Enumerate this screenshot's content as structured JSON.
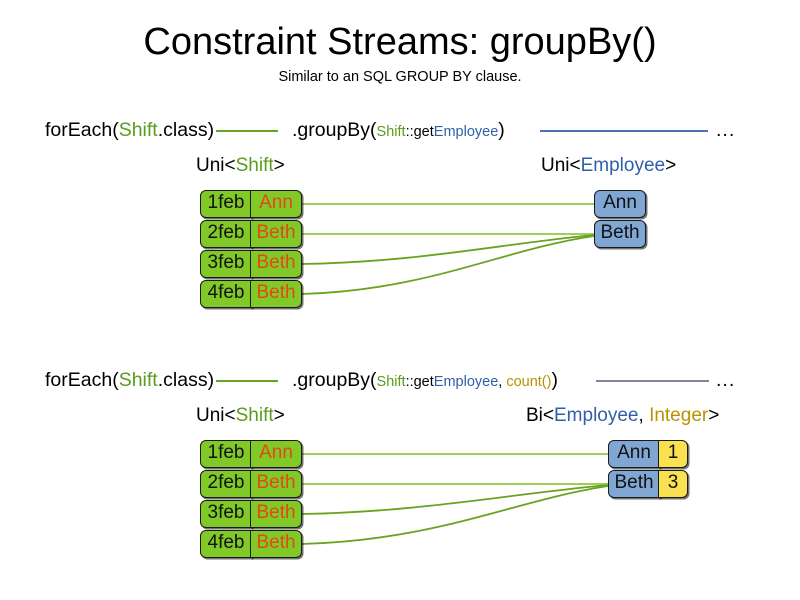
{
  "header": {
    "title": "Constraint Streams: groupBy()",
    "subtitle": "Similar to an SQL GROUP BY clause."
  },
  "colors": {
    "shift_green": "#80c926",
    "shift_name_orange": "#e04a16",
    "employee_blue": "#80a6d4",
    "count_yellow": "#fae14f",
    "token_green": "#5b9b1e",
    "token_blue": "#2f5fa8",
    "token_gold": "#bb9200",
    "line_green": "#69a322",
    "line_blue": "#4c70b0",
    "line_purple": "#8f7ba8",
    "box_border": "#1a1a1a"
  },
  "sections": [
    {
      "id": "groupby-key-only",
      "code": {
        "for_each_prefix": "forEach(",
        "for_each_class": "Shift",
        "for_each_suffix": ".class)",
        "group_by_prefix": ".groupBy(",
        "mapper_class": "Shift",
        "mapper_sep": "::get",
        "mapper_prop": "Employee",
        "group_by_suffix": ")",
        "ellipsis": "..."
      },
      "left_type": {
        "prefix": "Uni<",
        "generic": "Shift",
        "suffix": ">"
      },
      "right_type": {
        "prefix": "Uni<",
        "generic": "Employee",
        "suffix": ">"
      },
      "left_tuples": [
        {
          "date": "1feb",
          "name": "Ann"
        },
        {
          "date": "2feb",
          "name": "Beth"
        },
        {
          "date": "3feb",
          "name": "Beth"
        },
        {
          "date": "4feb",
          "name": "Beth"
        }
      ],
      "right_tuples": [
        {
          "employee": "Ann"
        },
        {
          "employee": "Beth"
        }
      ],
      "links": [
        {
          "from": 0,
          "to": 0
        },
        {
          "from": 1,
          "to": 1
        },
        {
          "from": 2,
          "to": 1
        },
        {
          "from": 3,
          "to": 1
        }
      ]
    },
    {
      "id": "groupby-key-and-count",
      "code": {
        "for_each_prefix": "forEach(",
        "for_each_class": "Shift",
        "for_each_suffix": ".class)",
        "group_by_prefix": ".groupBy(",
        "mapper_class": "Shift",
        "mapper_sep": "::get",
        "mapper_prop": "Employee",
        "collector_sep": ", ",
        "collector": "count()",
        "group_by_suffix": ")",
        "ellipsis": "..."
      },
      "left_type": {
        "prefix": "Uni<",
        "generic": "Shift",
        "suffix": ">"
      },
      "right_type": {
        "prefix": "Bi<",
        "generic": "Employee",
        "sep": ", ",
        "generic2": "Integer",
        "suffix": ">"
      },
      "left_tuples": [
        {
          "date": "1feb",
          "name": "Ann"
        },
        {
          "date": "2feb",
          "name": "Beth"
        },
        {
          "date": "3feb",
          "name": "Beth"
        },
        {
          "date": "4feb",
          "name": "Beth"
        }
      ],
      "right_tuples": [
        {
          "employee": "Ann",
          "count": "1"
        },
        {
          "employee": "Beth",
          "count": "3"
        }
      ],
      "links": [
        {
          "from": 0,
          "to": 0
        },
        {
          "from": 1,
          "to": 1
        },
        {
          "from": 2,
          "to": 1
        },
        {
          "from": 3,
          "to": 1
        }
      ]
    }
  ]
}
